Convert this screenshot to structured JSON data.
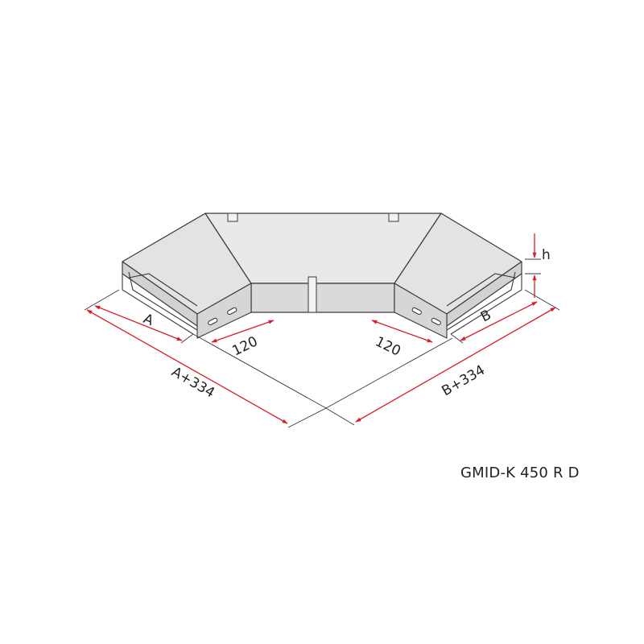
{
  "drawing": {
    "product_code": "GMID-K 450 R D",
    "labels": {
      "a": "A",
      "b": "B",
      "a_plus": "A+334",
      "b_plus": "B+334",
      "offset_left": "120",
      "offset_right": "120",
      "height": "h"
    },
    "colors": {
      "outline": "#3a3a3a",
      "surface": "#e6e6e6",
      "surface_dark": "#d2d2d2",
      "arrow": "#d81e28"
    }
  }
}
